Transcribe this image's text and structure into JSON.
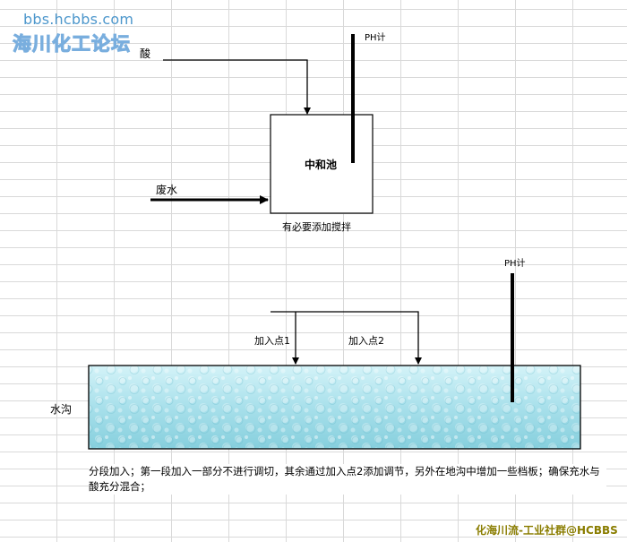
{
  "watermark": {
    "url": "bbs.hcbbs.com",
    "name": "海川化工论坛"
  },
  "diagram_top": {
    "acid_label": "酸",
    "ph_meter_label": "PH计",
    "tank_label": "中和池",
    "wastewater_label": "废水",
    "stirring_note": "有必要添加搅拌"
  },
  "diagram_bottom": {
    "ph_meter_label": "PH计",
    "dosing_point_1": "加入点1",
    "dosing_point_2": "加入点2",
    "channel_label": "水沟",
    "note": "分段加入；第一段加入一部分不进行调切，其余通过加入点2添加调节，另外在地沟中增加一些档板；确保充水与酸充分混合；"
  },
  "footer": {
    "credit": "化海川流-工业社群@HCBBS"
  },
  "colors": {
    "water_top": "#cdf0f7",
    "water_bottom": "#7ecbdb",
    "watermark_blue": "#4d97cc",
    "credit_olive": "#8a7d00"
  }
}
